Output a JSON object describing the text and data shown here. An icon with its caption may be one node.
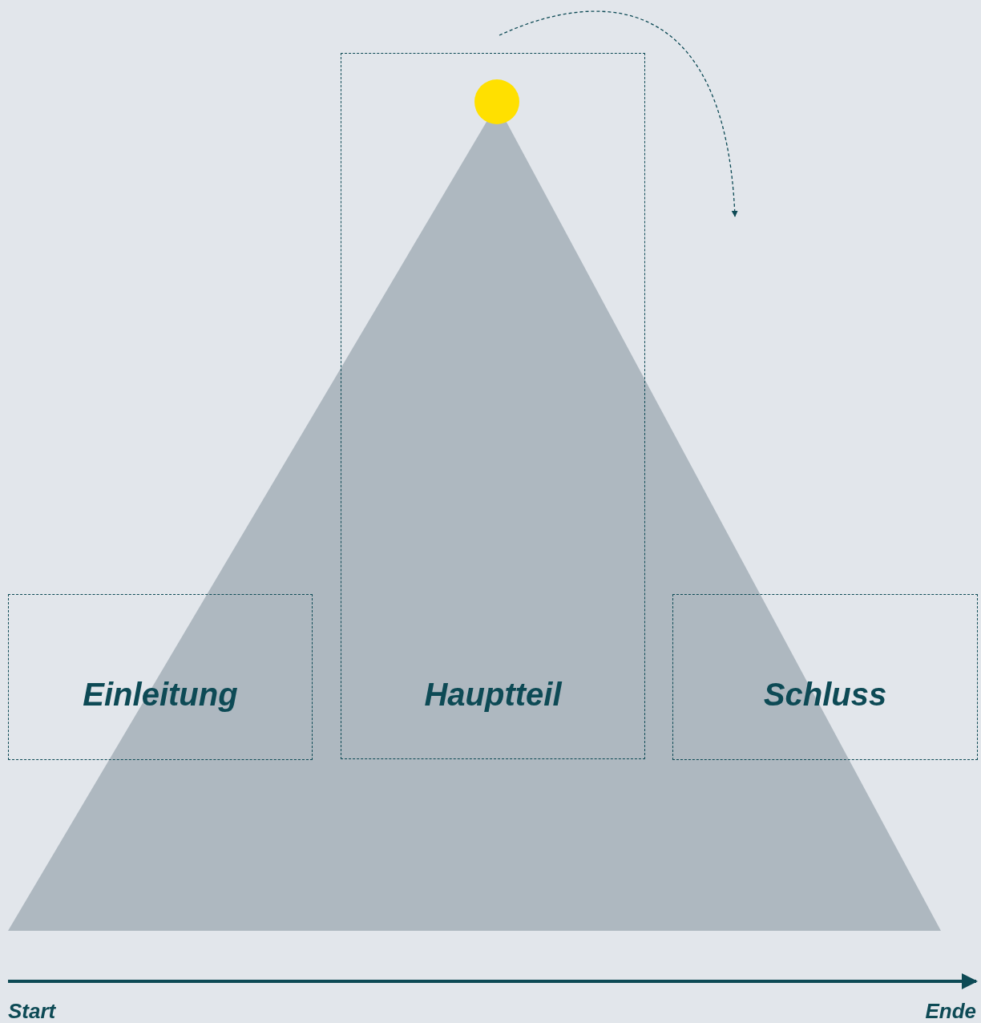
{
  "diagram": {
    "nodes": [
      {
        "text": [
          "Einleitung"
        ]
      },
      {
        "text": [
          "Hauptteil"
        ]
      },
      {
        "text": [
          "Schluss"
        ]
      }
    ],
    "labels": [
      "Start",
      "Ende"
    ]
  }
}
